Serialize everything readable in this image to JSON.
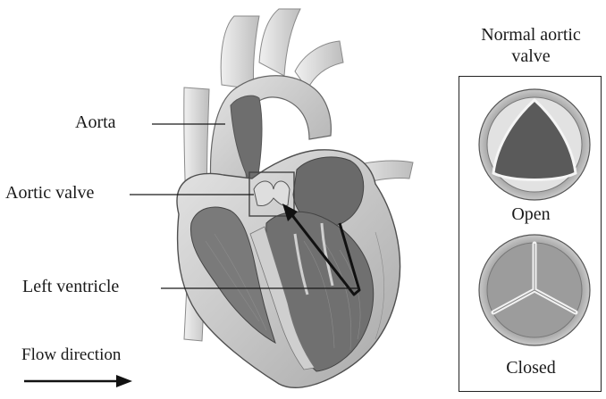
{
  "labels": {
    "aorta": "Aorta",
    "aortic_valve": "Aortic valve",
    "left_ventricle": "Left ventricle",
    "flow_direction": "Flow direction"
  },
  "inset": {
    "title_line1": "Normal aortic",
    "title_line2": "valve",
    "open_label": "Open",
    "closed_label": "Closed"
  },
  "colors": {
    "line": "#1a1a1a",
    "tissue_light": "#cfcfcf",
    "tissue_mid": "#9a9a9a",
    "tissue_dark": "#5f5f5f",
    "chamber": "#7a7a7a"
  }
}
